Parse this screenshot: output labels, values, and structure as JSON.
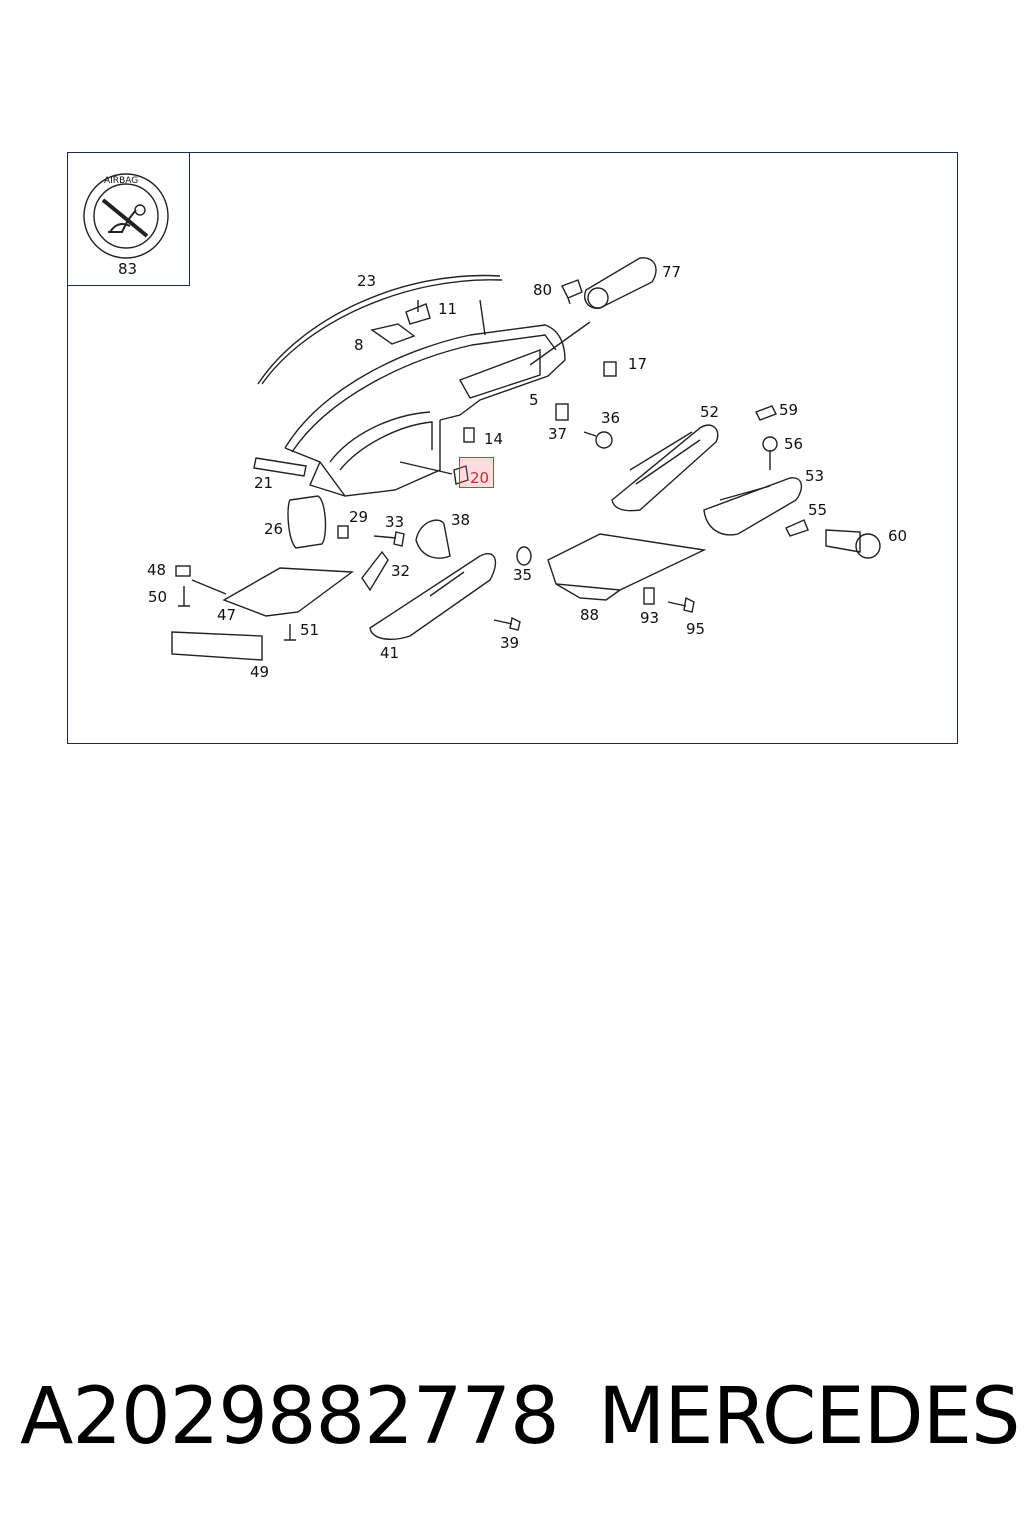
{
  "diagram": {
    "inset_label": "83",
    "inset_badge_text": "AIRBAG",
    "highlighted_label": "20",
    "labels": {
      "l23": "23",
      "l11": "11",
      "l8": "8",
      "l80": "80",
      "l77": "77",
      "l17": "17",
      "l5": "5",
      "l37": "37",
      "l36": "36",
      "l52": "52",
      "l59": "59",
      "l56": "56",
      "l53": "53",
      "l55": "55",
      "l60": "60",
      "l14": "14",
      "l20": "20",
      "l21": "21",
      "l26": "26",
      "l29": "29",
      "l33": "33",
      "l38": "38",
      "l32": "32",
      "l35": "35",
      "l48": "48",
      "l50": "50",
      "l47": "47",
      "l51": "51",
      "l49": "49",
      "l41": "41",
      "l39": "39",
      "l88": "88",
      "l93": "93",
      "l95": "95"
    }
  },
  "caption": {
    "part_number": "A2029882778",
    "brand": "MERCEDES"
  }
}
